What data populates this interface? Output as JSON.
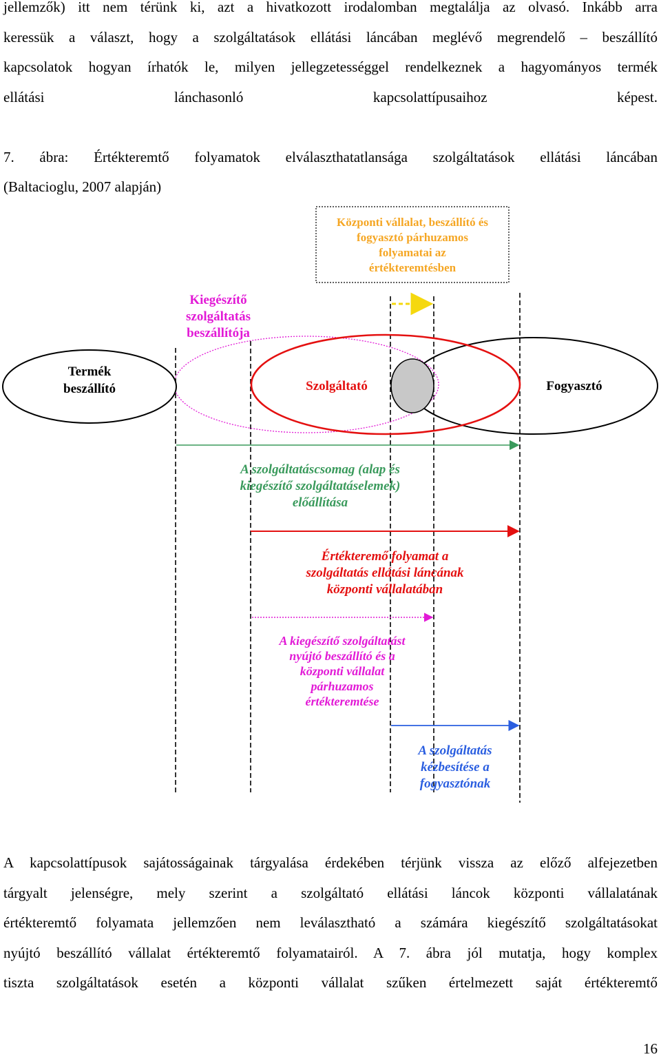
{
  "top_paragraph": {
    "lines": [
      "jellemzők) itt nem térünk ki, azt a hivatkozott irodalomban megtalálja az olvasó. Inkább arra",
      "keressük a választ, hogy a szolgáltatások ellátási láncában meglévő megrendelő – beszállító",
      "kapcsolatok hogyan írhatók le, milyen jellegzetességgel rendelkeznek a hagyományos termék",
      "ellátási lánchasonló kapcsolattípusaihoz képest."
    ]
  },
  "caption": {
    "line1": "7. ábra: Értékteremtő folyamatok elválaszthatatlansága szolgáltatások ellátási láncában",
    "line2": "(Baltacioglu, 2007 alapján)"
  },
  "diagram": {
    "central_box": [
      "Központi vállalat, beszállító és",
      "fogyasztó párhuzamos",
      "folyamatai az",
      "értékteremtésben"
    ],
    "supplementary_supplier": [
      "Kiegészítő",
      "szolgáltatás",
      "beszállítója"
    ],
    "product_supplier": [
      "Termék",
      "beszállító"
    ],
    "service_provider": "Szolgáltató",
    "consumer": "Fogyasztó",
    "green_label": [
      "A szolgáltatáscsomag (alap és",
      "kiegészítő szolgáltatáselemek)",
      "előállítása"
    ],
    "red_label": [
      "Értékteremő folyamat a",
      "szolgáltatás ellátási láncának",
      "központi vállalatában"
    ],
    "magenta_label": [
      "A kiegészítő szolgáltatást",
      "nyújtó beszállító és a",
      "központi vállalat",
      "párhuzamos",
      "értékteremtése"
    ],
    "blue_label": [
      "A szolgáltatás",
      "kézbesítése a",
      "fogyasztónak"
    ],
    "colors": {
      "orange": "#f5a623",
      "magenta": "#e21ad6",
      "red": "#e41010",
      "green": "#3a9a5c",
      "blue": "#2a5ee0",
      "yellow": "#f5d80e",
      "gray_fill": "#c8c8c8"
    }
  },
  "bottom_paragraph": {
    "lines": [
      "A kapcsolattípusok sajátosságainak tárgyalása érdekében térjünk vissza az előző alfejezetben",
      "tárgyalt jelenségre, mely szerint a szolgáltató ellátási láncok központi vállalatának",
      "értékteremtő folyamata jellemzően nem leválasztható a számára kiegészítő szolgáltatásokat",
      "nyújtó beszállító vállalat értékteremtő folyamatairól. A 7. ábra jól mutatja, hogy komplex",
      "tiszta szolgáltatások esetén a központi vállalat szűken értelmezett saját értékteremtő"
    ]
  },
  "page_number": "16"
}
